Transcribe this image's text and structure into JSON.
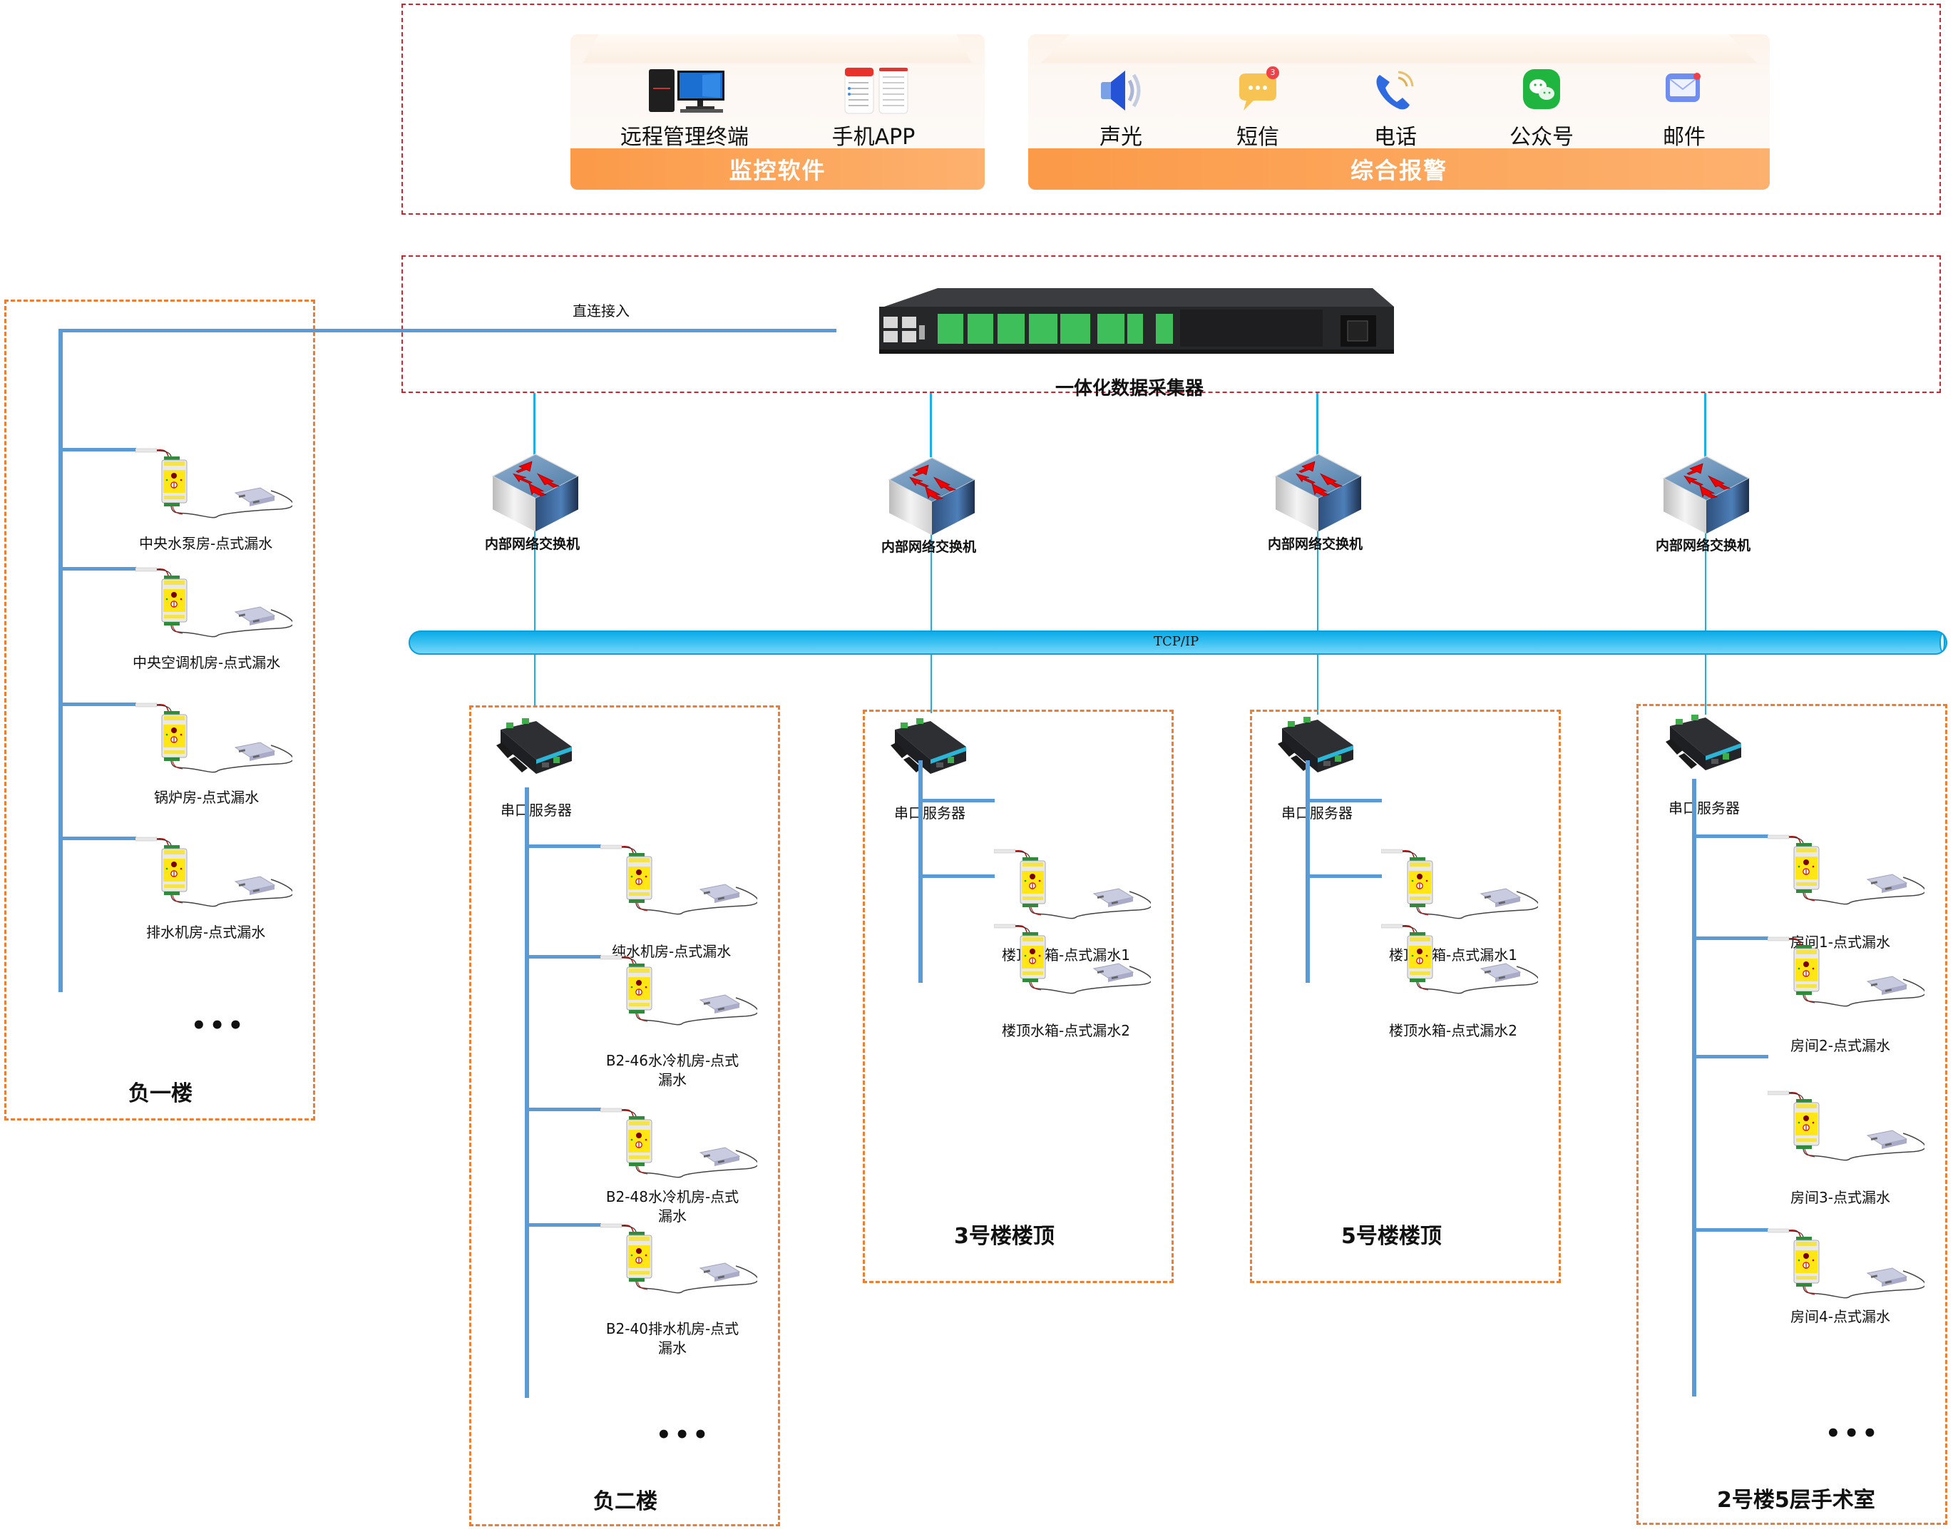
{
  "top_section": {
    "monitoring": {
      "title": "监控软件",
      "items": [
        {
          "label": "远程管理终端",
          "icon": "desktop-computer-icon"
        },
        {
          "label": "手机APP",
          "icon": "mobile-app-icon"
        }
      ]
    },
    "alarm": {
      "title": "综合报警",
      "items": [
        {
          "label": "声光",
          "icon": "speaker-icon"
        },
        {
          "label": "短信",
          "icon": "sms-icon",
          "badge": "3"
        },
        {
          "label": "电话",
          "icon": "phone-icon"
        },
        {
          "label": "公众号",
          "icon": "wechat-icon"
        },
        {
          "label": "邮件",
          "icon": "mail-icon"
        }
      ]
    }
  },
  "collector": {
    "label": "一体化数据采集器",
    "direct_label": "直连接入"
  },
  "switch_label": "内部网络交换机",
  "network_bus": "TCP/IP",
  "serial_server_label": "串口服务器",
  "ellipsis": "•••",
  "zones": {
    "b1": {
      "title": "负一楼",
      "sensors": [
        "中央水泵房-点式漏水",
        "中央空调机房-点式漏水",
        "锅炉房-点式漏水",
        "排水机房-点式漏水"
      ]
    },
    "b2": {
      "title": "负二楼",
      "sensors": [
        "纯水机房-点式漏水",
        "B2-46水冷机房-点式漏水",
        "B2-48水冷机房-点式漏水",
        "B2-40排水机房-点式漏水"
      ]
    },
    "roof3": {
      "title": "3号楼楼顶",
      "sensors": [
        "楼顶水箱-点式漏水1",
        "楼顶水箱-点式漏水2"
      ]
    },
    "roof5": {
      "title": "5号楼楼顶",
      "sensors": [
        "楼顶水箱-点式漏水1",
        "楼顶水箱-点式漏水2"
      ]
    },
    "or": {
      "title": "2号楼5层手术室",
      "sensors": [
        "房间1-点式漏水",
        "房间2-点式漏水",
        "房间3-点式漏水",
        "房间4-点式漏水"
      ]
    }
  },
  "colors": {
    "accent_orange": "#fb9a48",
    "dash_red": "#d4202a",
    "dash_orange": "#ed7d31",
    "bus_blue": "#5b9bd5",
    "link_cyan": "#1eaee0"
  }
}
